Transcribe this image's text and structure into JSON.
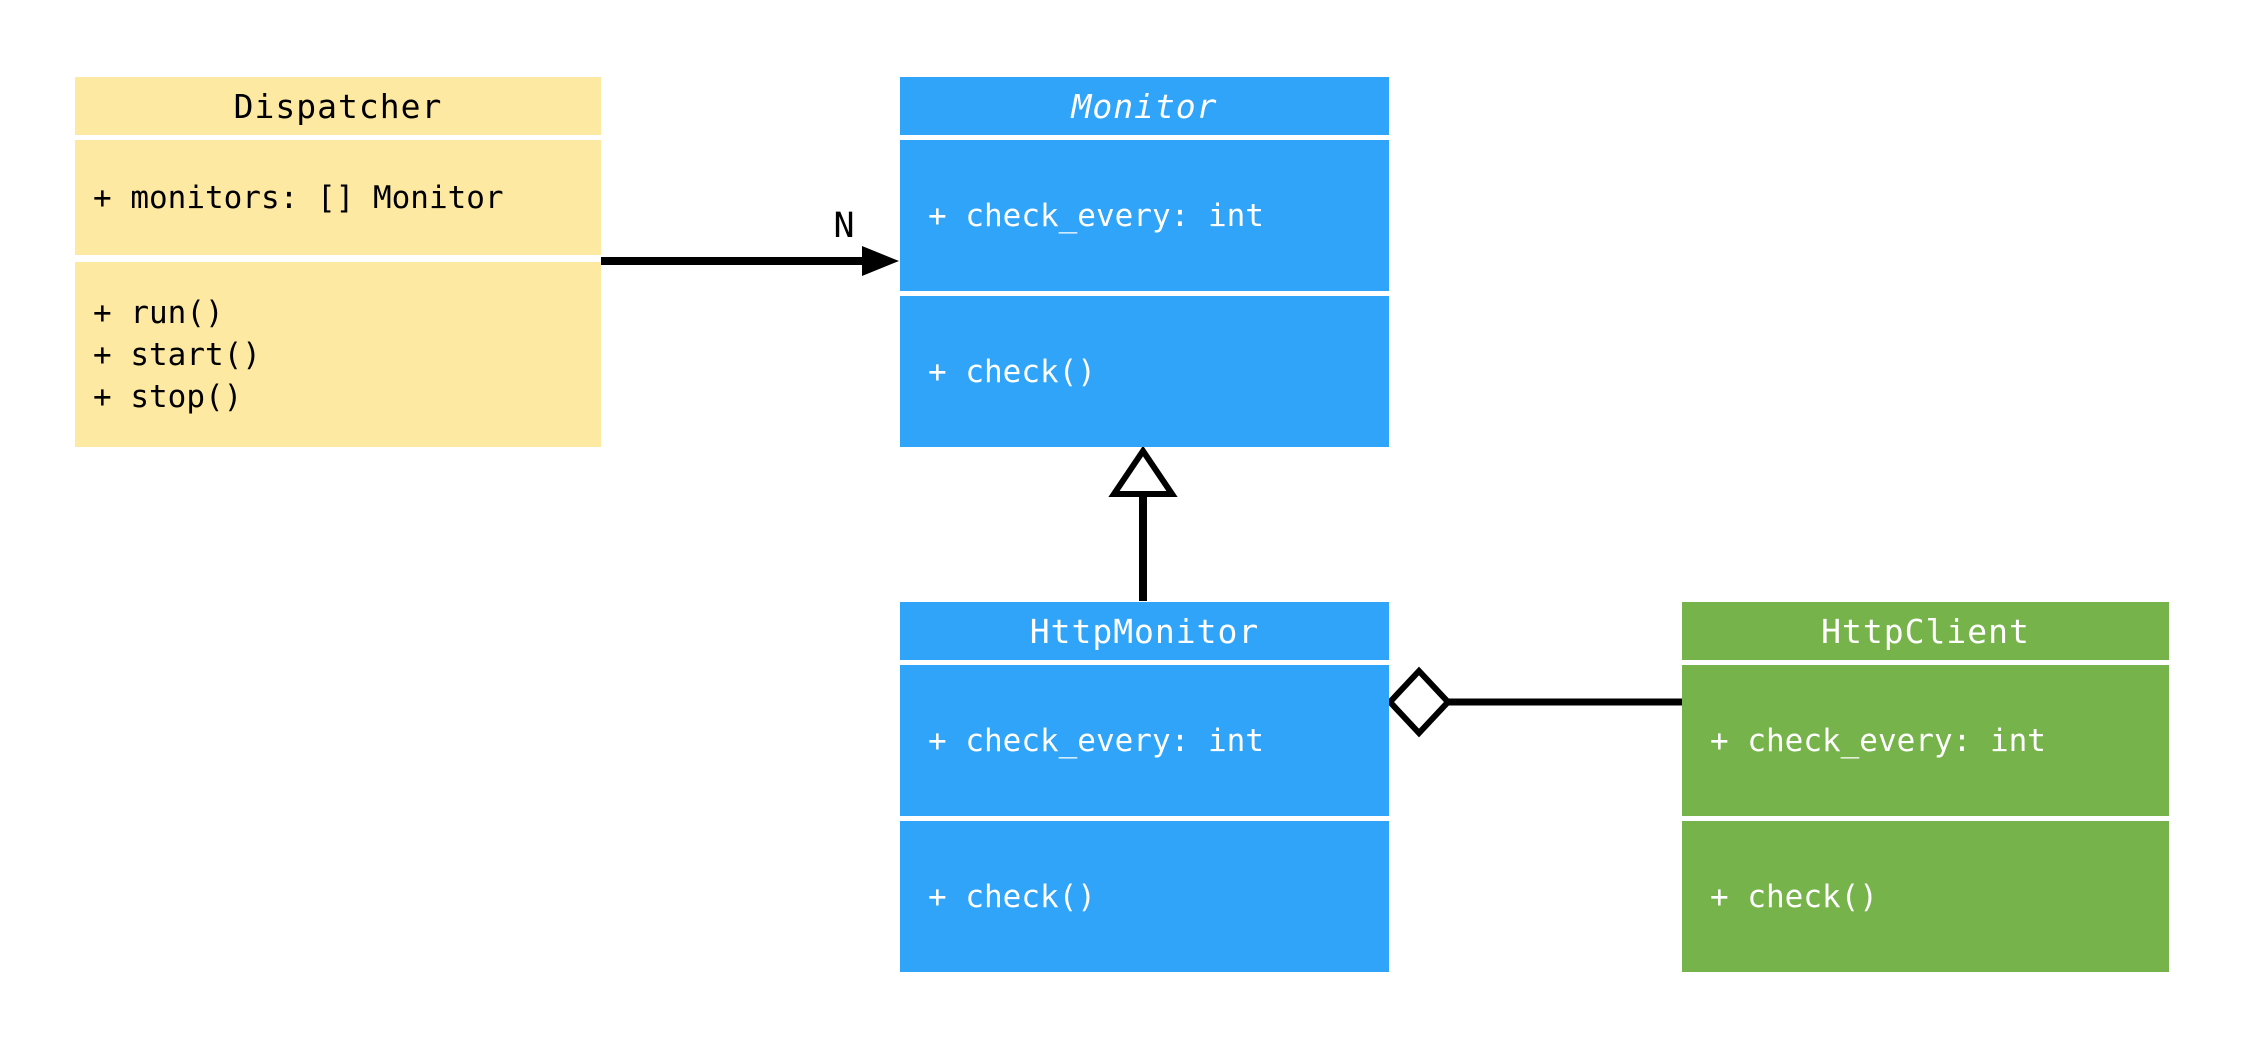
{
  "diagram": {
    "background": "#FFFFFF",
    "connector_color": "#000000",
    "classes": {
      "dispatcher": {
        "name": "Dispatcher",
        "abstract": false,
        "attributes": [
          "+ monitors: [] Monitor"
        ],
        "methods": [
          "+ run()",
          "+ start()",
          "+ stop()"
        ],
        "fill": "#FEE9A2",
        "text_color": "#000000"
      },
      "monitor": {
        "name": "Monitor",
        "abstract": true,
        "attributes": [
          "+ check_every: int"
        ],
        "methods": [
          "+ check()"
        ],
        "fill": "#2FA4F9",
        "text_color": "#FFFFFF"
      },
      "http_monitor": {
        "name": "HttpMonitor",
        "abstract": false,
        "attributes": [
          "+ check_every: int"
        ],
        "methods": [
          "+ check()"
        ],
        "fill": "#2FA4F9",
        "text_color": "#FFFFFF"
      },
      "http_client": {
        "name": "HttpClient",
        "abstract": false,
        "attributes": [
          "+ check_every: int"
        ],
        "methods": [
          "+ check()"
        ],
        "fill": "#77B34B",
        "text_color": "#FFFFFF"
      }
    },
    "relations": {
      "dispatcher_to_monitor": {
        "type": "association-arrow",
        "label": "N"
      },
      "http_monitor_to_monitor": {
        "type": "inheritance"
      },
      "http_monitor_to_http_client": {
        "type": "aggregation"
      }
    }
  }
}
